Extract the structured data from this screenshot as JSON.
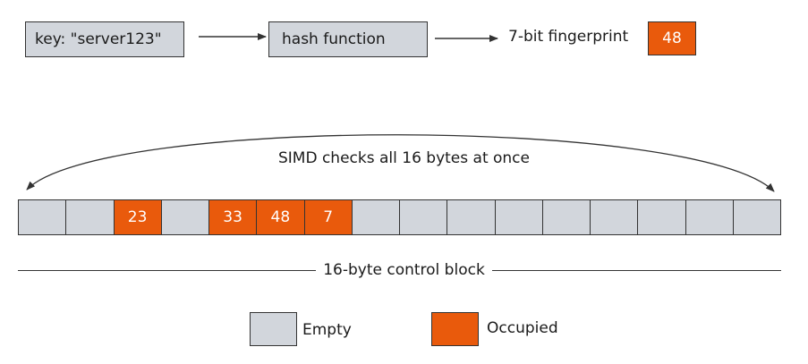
{
  "pipeline": {
    "key_label": "key: \"server123\"",
    "hash_label": "hash function",
    "fingerprint_label": "7-bit fingerprint",
    "fingerprint_value": "48"
  },
  "simd_label": "SIMD checks all 16 bytes at once",
  "control_block": {
    "label": "16-byte control block",
    "slots": [
      "",
      "",
      "23",
      "",
      "33",
      "48",
      "7",
      "",
      "",
      "",
      "",
      "",
      "",
      "",
      "",
      ""
    ],
    "occupied": [
      false,
      false,
      true,
      false,
      true,
      true,
      true,
      false,
      false,
      false,
      false,
      false,
      false,
      false,
      false,
      false
    ]
  },
  "legend": {
    "empty_label": "Empty",
    "occupied_label": "Occupied"
  },
  "colors": {
    "empty": "#d2d6dc",
    "occupied": "#e95a0c",
    "stroke": "#333333"
  }
}
